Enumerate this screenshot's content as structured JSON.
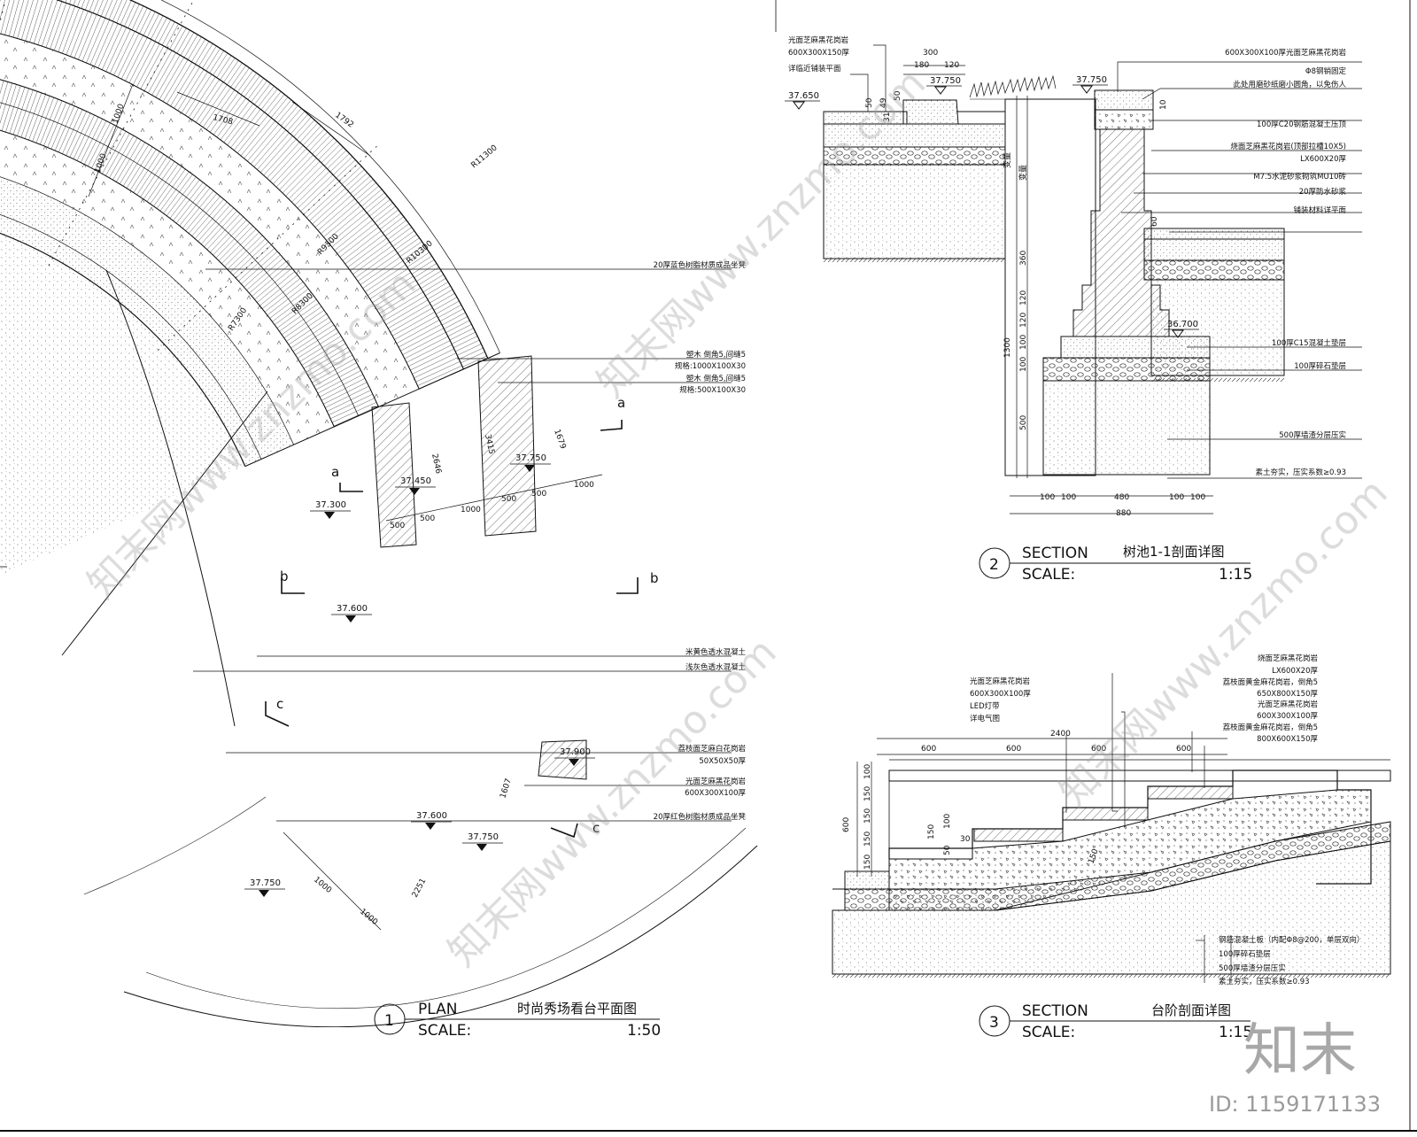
{
  "plan": {
    "number": "1",
    "label": "PLAN",
    "title": "时尚秀场看台平面图",
    "scale_label": "SCALE:",
    "scale": "1:50",
    "radii": [
      "R7300",
      "R8300",
      "R9300",
      "R10300",
      "R11300"
    ],
    "arc_dims": [
      "1708",
      "1792",
      "2646",
      "3415",
      "1679",
      "1607",
      "2251"
    ],
    "dims": [
      "1000",
      "1000",
      "500",
      "500",
      "1000",
      "500",
      "500",
      "1000",
      "1000",
      "1000"
    ],
    "section_marks": [
      "a",
      "a",
      "b",
      "b",
      "c",
      "c"
    ],
    "elevations": [
      "37.300",
      "37.450",
      "37.750",
      "37.600",
      "37.900",
      "37.600",
      "37.750",
      "37.750"
    ],
    "notes": [
      "20厚蓝色树脂材质成品坐凳",
      "塑木 倒角5,间缝5",
      "规格:1000X100X30",
      "塑木 倒角5,间缝5",
      "规格:500X100X30",
      "米黄色透水混凝土",
      "浅灰色透水混凝土",
      "荔枝面芝麻白花岗岩",
      "50X50X50厚",
      "光面芝麻黑花岗岩",
      "600X300X100厚",
      "20厚红色树脂材质成品坐凳"
    ]
  },
  "section2": {
    "number": "2",
    "label": "SECTION",
    "title": "树池1-1剖面详图",
    "scale_label": "SCALE:",
    "scale": "1:15",
    "left_notes": [
      "光面芝麻黑花岗岩",
      "600X300X150厚",
      "详临近铺装平面"
    ],
    "right_notes": [
      "600X300X100厚光面芝麻黑花岗岩",
      "Φ8钢销固定",
      "此处用磨砂纸磨小圆角，以免伤人",
      "100厚C20钢筋混凝土压顶",
      "烧面芝麻黑花岗岩(顶部拉槽10X5)",
      "LX600X20厚",
      "M7.5水泥砂浆砌筑MU10砖",
      "20厚防水砂浆",
      "铺装材料详平面",
      "100厚C15混凝土垫层",
      "100厚碎石垫层",
      "500厚墙渣分层压实",
      "素土夯实，压实系数≥0.93"
    ],
    "top_dims": [
      "300",
      "180",
      "120"
    ],
    "elevations": [
      "37.650",
      "37.750",
      "37.750",
      "36.700"
    ],
    "vertical_dims": [
      "50",
      "49",
      "50",
      "31",
      "变量",
      "变量",
      "360",
      "120",
      "120",
      "100",
      "100",
      "500",
      "1300",
      "10",
      "60"
    ],
    "bottom_dims": [
      "100",
      "100",
      "480",
      "100",
      "100",
      "880"
    ]
  },
  "section3": {
    "number": "3",
    "label": "SECTION",
    "title": "台阶剖面详图",
    "scale_label": "SCALE:",
    "scale": "1:15",
    "left_notes": [
      "光面芝麻黑花岗岩",
      "600X300X100厚",
      "LED灯带",
      "详电气图"
    ],
    "right_notes": [
      "烧面芝麻黑花岗岩",
      "LX600X20厚",
      "荔枝面黄金麻花岗岩，倒角5",
      "650X800X150厚",
      "光面芝麻黑花岗岩",
      "600X300X100厚",
      "荔枝面黄金麻花岗岩，倒角5",
      "800X600X150厚"
    ],
    "bottom_notes": [
      "钢筋混凝土板（内配Φ8@200，单层双向）",
      "100厚碎石垫层",
      "500厚墙渣分层压实",
      "素土夯实，压实系数≥0.93"
    ],
    "top_dims": [
      "2400",
      "600",
      "600",
      "600",
      "600"
    ],
    "left_dims": [
      "100",
      "150",
      "150",
      "150",
      "150",
      "600",
      "150",
      "30",
      "50",
      "100",
      "150"
    ]
  },
  "watermark": {
    "text": "知末网www.znzmo.com",
    "logo": "知末",
    "id": "ID: 1159171133"
  }
}
